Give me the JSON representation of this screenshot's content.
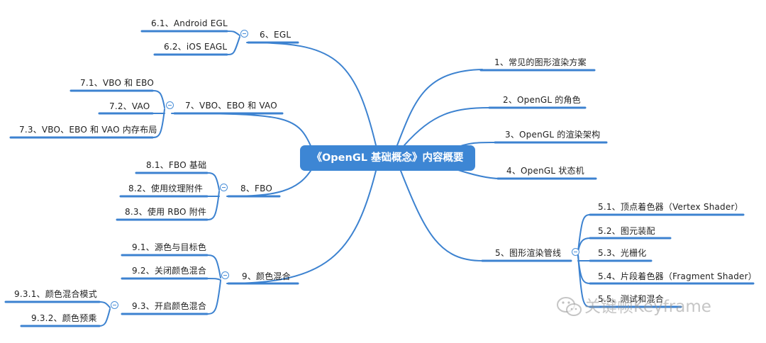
{
  "root": {
    "label": "《OpenGL 基础概念》内容概要",
    "color": "#3d86d4"
  },
  "line_color": "#3c82d0",
  "branches": {
    "b1": "1、常见的图形渲染方案",
    "b2": "2、OpenGL 的角色",
    "b3": "3、OpenGL 的渲染架构",
    "b4": "4、OpenGL 状态机",
    "b5": {
      "label": "5、图形渲染管线",
      "children": [
        "5.1、顶点着色器（Vertex Shader）",
        "5.2、图元装配",
        "5.3、光栅化",
        "5.4、片段着色器（Fragment Shader）",
        "5.5、测试和混合"
      ]
    },
    "b6": {
      "label": "6、EGL",
      "children": [
        "6.1、Android EGL",
        "6.2、iOS EAGL"
      ]
    },
    "b7": {
      "label": "7、VBO、EBO 和 VAO",
      "children": [
        "7.1、VBO 和 EBO",
        "7.2、VAO",
        "7.3、VBO、EBO 和 VAO 内存布局"
      ]
    },
    "b8": {
      "label": "8、FBO",
      "children": [
        "8.1、FBO 基础",
        "8.2、使用纹理附件",
        "8.3、使用 RBO 附件"
      ]
    },
    "b9": {
      "label": "9、颜色混合",
      "children": [
        "9.1、源色与目标色",
        "9.2、关闭颜色混合",
        "9.3、开启颜色混合"
      ],
      "grandchildren": [
        "9.3.1、颜色混合模式",
        "9.3.2、颜色预乘"
      ]
    }
  },
  "watermark": {
    "text": "关键帧Keyframe",
    "icon": "wechat-icon"
  }
}
